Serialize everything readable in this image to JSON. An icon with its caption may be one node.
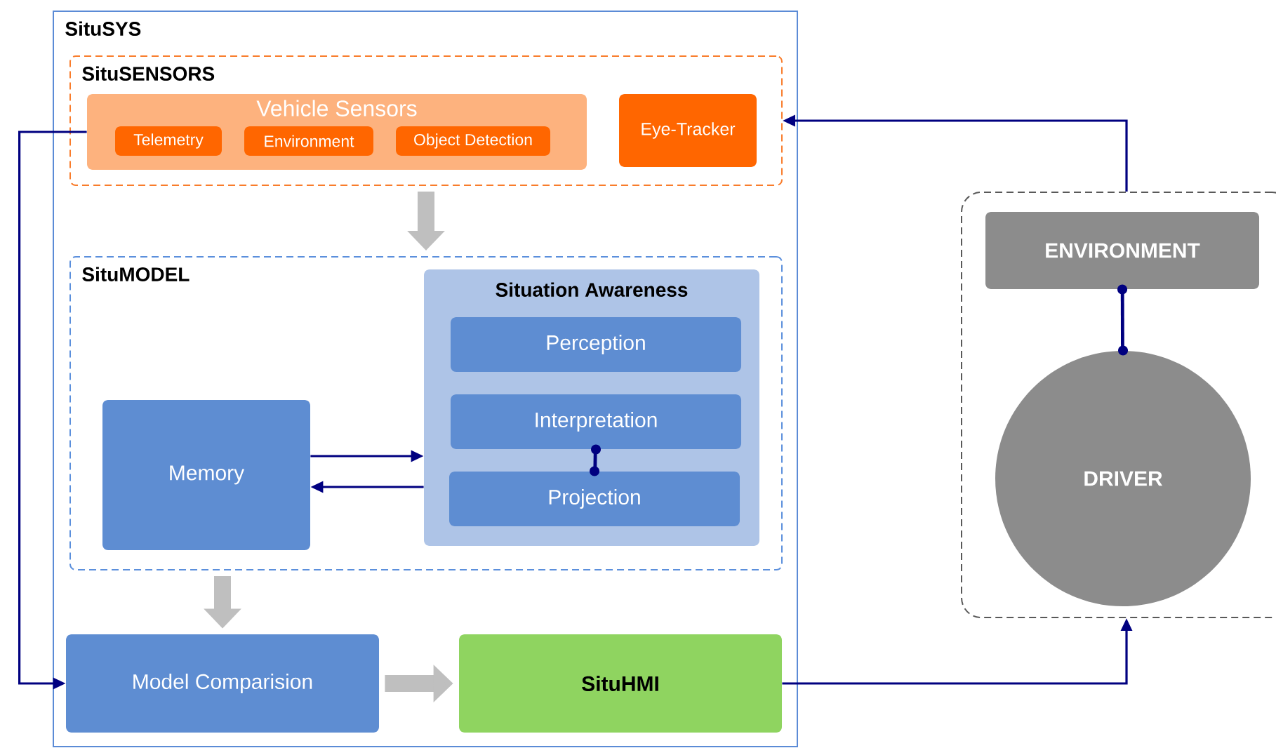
{
  "diagram": {
    "nodes": [
      {
        "text": [
          "SituSYS"
        ]
      },
      {
        "text": [
          "SituSENSORS"
        ],
        "in": 0
      },
      {
        "text": [
          "Vehicle Sensors"
        ],
        "in": 1
      },
      {
        "text": [
          "Telemetry"
        ],
        "in": 2
      },
      {
        "text": [
          "Environment"
        ],
        "in": 2
      },
      {
        "text": [
          "Object Detection"
        ],
        "in": 2
      },
      {
        "text": [
          "Eye-Tracker"
        ],
        "in": 1
      },
      {
        "text": [
          "SituMODEL"
        ],
        "in": 0
      },
      {
        "text": [
          "Situation Awareness"
        ],
        "in": 7
      },
      {
        "text": [
          "Perception"
        ],
        "in": 8
      },
      {
        "text": [
          "Interpretation"
        ],
        "in": 8
      },
      {
        "text": [
          "Projection"
        ],
        "in": 8
      },
      {
        "text": [
          "Memory"
        ],
        "in": 7
      },
      {
        "text": [
          "Model Comparision"
        ],
        "in": 0
      },
      {
        "text": [
          "SituHMI"
        ],
        "in": 0
      },
      {
        "text": [],
        "shape": "box"
      },
      {
        "text": [
          "ENVIRONMENT"
        ],
        "in": 15
      },
      {
        "text": [
          "DRIVER"
        ],
        "in": 15
      }
    ],
    "edges": [
      {
        "from": 2,
        "to": 13,
        "arrow": "to"
      },
      {
        "from": 15,
        "to": 1,
        "arrow": "to"
      },
      {
        "from": 14,
        "to": 15,
        "arrow": "to"
      },
      {
        "from": 12,
        "to": 8,
        "arrow": "to"
      },
      {
        "from": 8,
        "to": 12,
        "arrow": "to"
      },
      {
        "from": 10,
        "to": 11,
        "arrow": "other"
      },
      {
        "from": 16,
        "to": 17,
        "arrow": "other"
      },
      {
        "from": 1,
        "to": 7,
        "arrow": "to",
        "style": "thick",
        "color": "#bfbfbf"
      },
      {
        "from": 7,
        "to": 13,
        "arrow": "to",
        "style": "thick",
        "color": "#bfbfbf"
      },
      {
        "from": 13,
        "to": 14,
        "arrow": "to",
        "style": "thick",
        "color": "#bfbfbf"
      }
    ]
  }
}
